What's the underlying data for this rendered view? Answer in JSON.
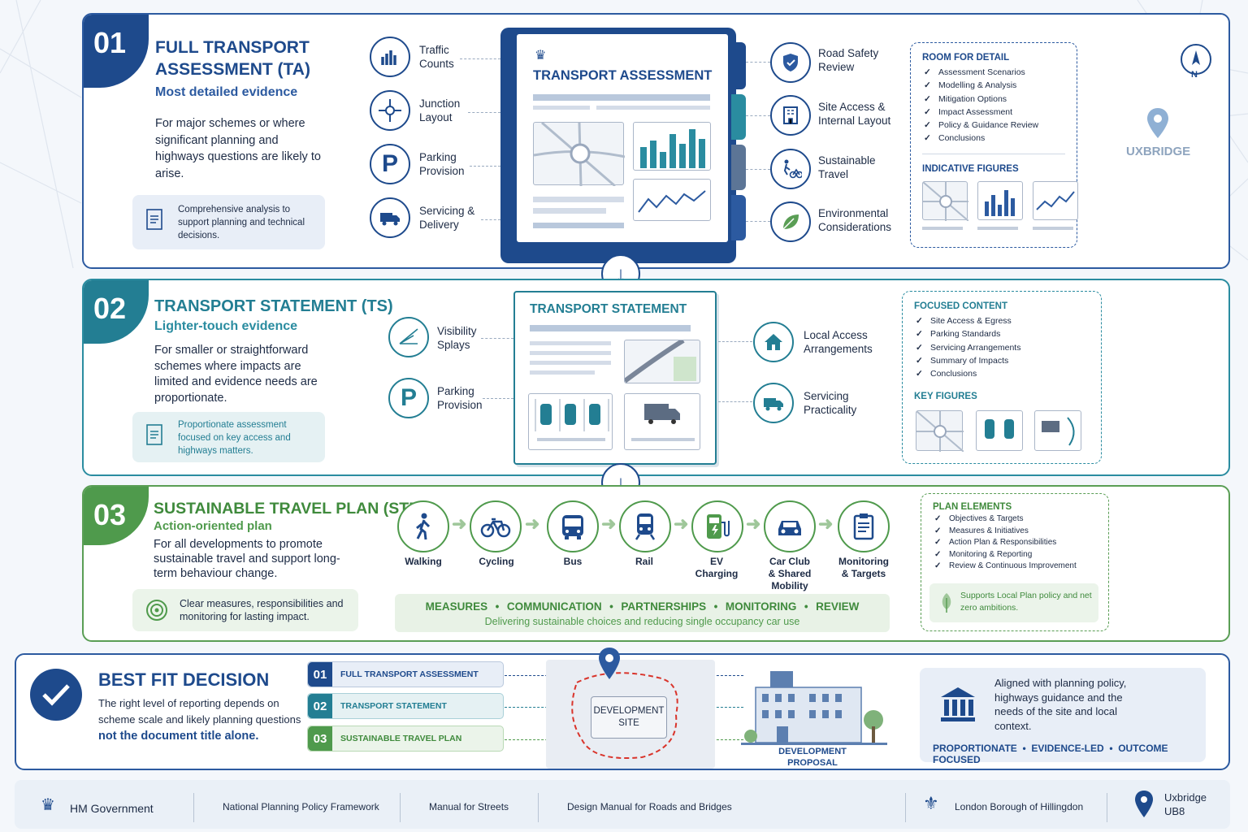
{
  "panel1": {
    "number": "01",
    "title_l1": "FULL TRANSPORT",
    "title_l2": "ASSESSMENT (TA)",
    "subtitle": "Most detailed evidence",
    "desc": "For major schemes or where significant planning and highways questions are likely to arise.",
    "note": "Comprehensive analysis to support planning and technical decisions.",
    "left_items": [
      {
        "l1": "Traffic",
        "l2": "Counts"
      },
      {
        "l1": "Junction",
        "l2": "Layout"
      },
      {
        "l1": "Parking",
        "l2": "Provision"
      },
      {
        "l1": "Servicing &",
        "l2": "Delivery"
      }
    ],
    "doc_title": "TRANSPORT ASSESSMENT",
    "right_items": [
      {
        "l1": "Road Safety",
        "l2": "Review"
      },
      {
        "l1": "Site Access &",
        "l2": "Internal Layout"
      },
      {
        "l1": "Sustainable",
        "l2": "Travel"
      },
      {
        "l1": "Environmental",
        "l2": "Considerations"
      }
    ],
    "detail_heading": "ROOM FOR DETAIL",
    "detail_items": [
      "Assessment Scenarios",
      "Modelling & Analysis",
      "Mitigation Options",
      "Impact Assessment",
      "Policy & Guidance Review",
      "Conclusions"
    ],
    "figures_heading": "INDICATIVE FIGURES",
    "map_label": "UXBRIDGE",
    "compass": "N"
  },
  "panel2": {
    "number": "02",
    "title": "TRANSPORT STATEMENT (TS)",
    "subtitle": "Lighter-touch evidence",
    "desc": "For smaller or straightforward schemes where impacts are limited and evidence needs are proportionate.",
    "note": "Proportionate assessment focused on key access and highways matters.",
    "left_items": [
      {
        "l1": "Visibility",
        "l2": "Splays"
      },
      {
        "l1": "Parking",
        "l2": "Provision"
      }
    ],
    "doc_title": "TRANSPORT STATEMENT",
    "right_items": [
      {
        "l1": "Local Access",
        "l2": "Arrangements"
      },
      {
        "l1": "Servicing",
        "l2": "Practicality"
      }
    ],
    "focus_heading": "FOCUSED CONTENT",
    "focus_items": [
      "Site Access & Egress",
      "Parking Standards",
      "Servicing Arrangements",
      "Summary of Impacts",
      "Conclusions"
    ],
    "figures_heading": "KEY FIGURES"
  },
  "panel3": {
    "number": "03",
    "title": "SUSTAINABLE TRAVEL PLAN (STP)",
    "subtitle": "Action-oriented plan",
    "desc": "For all developments to promote sustainable travel and support long-term behaviour change.",
    "note": "Clear measures, responsibilities and monitoring for lasting impact.",
    "modes": [
      {
        "l1": "Walking",
        "l2": "",
        "l3": ""
      },
      {
        "l1": "Cycling",
        "l2": "",
        "l3": ""
      },
      {
        "l1": "Bus",
        "l2": "",
        "l3": ""
      },
      {
        "l1": "Rail",
        "l2": "",
        "l3": ""
      },
      {
        "l1": "EV",
        "l2": "Charging",
        "l3": ""
      },
      {
        "l1": "Car Club",
        "l2": "& Shared",
        "l3": "Mobility"
      },
      {
        "l1": "Monitoring",
        "l2": "& Targets",
        "l3": ""
      }
    ],
    "banner_items": [
      "MEASURES",
      "COMMUNICATION",
      "PARTNERSHIPS",
      "MONITORING",
      "REVIEW"
    ],
    "banner_sep": "•",
    "banner_sub": "Delivering sustainable choices and reducing single occupancy car use",
    "plan_heading": "PLAN ELEMENTS",
    "plan_items": [
      "Objectives & Targets",
      "Measures & Initiatives",
      "Action Plan & Responsibilities",
      "Monitoring & Reporting",
      "Review & Continuous Improvement"
    ],
    "plan_note": "Supports Local Plan policy and net zero ambitions."
  },
  "panel4": {
    "title": "BEST FIT DECISION",
    "desc": "The right level of reporting depends on scheme scale and likely planning questions",
    "emph": "not the document title alone.",
    "options": [
      {
        "n": "01",
        "t": "FULL TRANSPORT ASSESSMENT"
      },
      {
        "n": "02",
        "t": "TRANSPORT STATEMENT"
      },
      {
        "n": "03",
        "t": "SUSTAINABLE TRAVEL PLAN"
      }
    ],
    "site_l1": "DEVELOPMENT",
    "site_l2": "SITE",
    "proposal_l1": "DEVELOPMENT",
    "proposal_l2": "PROPOSAL",
    "aligned": "Aligned with planning policy, highways guidance and the needs of the site and local context.",
    "tags": [
      "PROPORTIONATE",
      "EVIDENCE-LED",
      "OUTCOME FOCUSED"
    ],
    "tag_sep": "•"
  },
  "footer": {
    "gov": "HM Government",
    "nppf": "National Planning Policy Framework",
    "mfs": "Manual for Streets",
    "dmrb": "Design Manual for Roads and Bridges",
    "borough": "London Borough of Hillingdon",
    "loc_l1": "Uxbridge",
    "loc_l2": "UB8"
  },
  "colors": {
    "navy": "#1e4a8c",
    "teal": "#237e93",
    "green": "#4f9a4c",
    "red": "#d9342b"
  }
}
